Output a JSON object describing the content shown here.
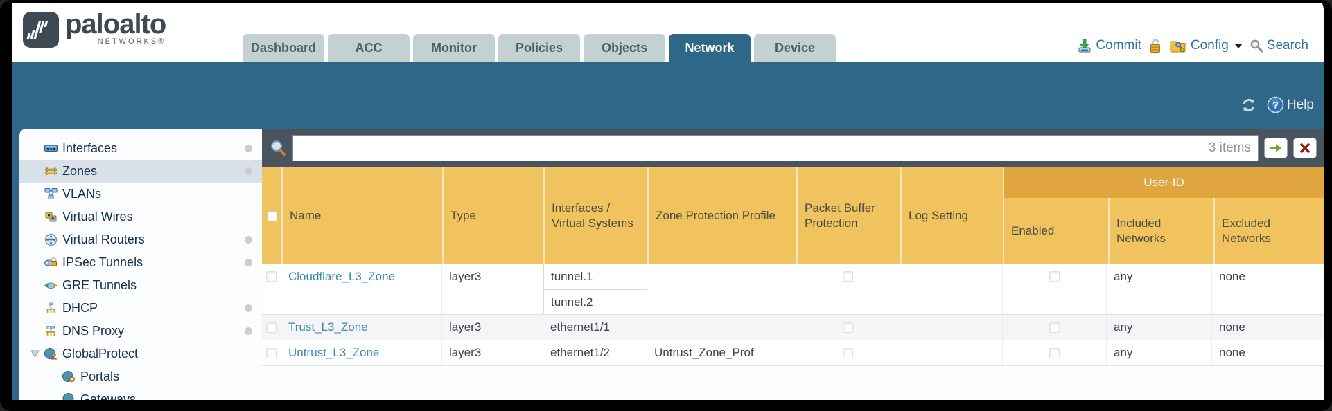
{
  "brand": {
    "name": "paloalto",
    "sub": "NETWORKS®"
  },
  "nav": {
    "tabs": [
      {
        "label": "Dashboard",
        "active": false
      },
      {
        "label": "ACC",
        "active": false
      },
      {
        "label": "Monitor",
        "active": false
      },
      {
        "label": "Policies",
        "active": false
      },
      {
        "label": "Objects",
        "active": false
      },
      {
        "label": "Network",
        "active": true
      },
      {
        "label": "Device",
        "active": false
      }
    ],
    "actions": {
      "commit": "Commit",
      "config": "Config",
      "search": "Search"
    }
  },
  "toolbar": {
    "help": "Help"
  },
  "sidebar": {
    "items": [
      {
        "label": "Interfaces",
        "icon": "interfaces-icon",
        "dot": true,
        "selected": false
      },
      {
        "label": "Zones",
        "icon": "zones-icon",
        "dot": true,
        "selected": true
      },
      {
        "label": "VLANs",
        "icon": "vlans-icon",
        "dot": false,
        "selected": false
      },
      {
        "label": "Virtual Wires",
        "icon": "virtual-wires-icon",
        "dot": false,
        "selected": false
      },
      {
        "label": "Virtual Routers",
        "icon": "virtual-routers-icon",
        "dot": true,
        "selected": false
      },
      {
        "label": "IPSec Tunnels",
        "icon": "ipsec-tunnels-icon",
        "dot": true,
        "selected": false
      },
      {
        "label": "GRE Tunnels",
        "icon": "gre-tunnels-icon",
        "dot": false,
        "selected": false
      },
      {
        "label": "DHCP",
        "icon": "dhcp-icon",
        "dot": true,
        "selected": false
      },
      {
        "label": "DNS Proxy",
        "icon": "dns-proxy-icon",
        "dot": true,
        "selected": false
      },
      {
        "label": "GlobalProtect",
        "icon": "globalprotect-icon",
        "dot": false,
        "selected": false,
        "expanded": true
      },
      {
        "label": "Portals",
        "icon": "portals-icon",
        "dot": false,
        "selected": false,
        "indent": true
      },
      {
        "label": "Gateways",
        "icon": "gateways-icon",
        "dot": false,
        "selected": false,
        "indent": true
      }
    ]
  },
  "filter": {
    "value": "",
    "count": "3 items"
  },
  "table": {
    "columns": [
      "Name",
      "Type",
      "Interfaces / Virtual Systems",
      "Zone Protection Profile",
      "Packet Buffer Protection",
      "Log Setting"
    ],
    "group": {
      "label": "User-ID",
      "columns": [
        "Enabled",
        "Included Networks",
        "Excluded Networks"
      ]
    },
    "rows": [
      {
        "name": "Cloudflare_L3_Zone",
        "type": "layer3",
        "interfaces": [
          "tunnel.1",
          "tunnel.2"
        ],
        "zone_protection_profile": "",
        "packet_buffer_protection": false,
        "log_setting": "",
        "enabled": false,
        "included_networks": "any",
        "excluded_networks": "none"
      },
      {
        "name": "Trust_L3_Zone",
        "type": "layer3",
        "interfaces": [
          "ethernet1/1"
        ],
        "zone_protection_profile": "",
        "packet_buffer_protection": false,
        "log_setting": "",
        "enabled": false,
        "included_networks": "any",
        "excluded_networks": "none"
      },
      {
        "name": "Untrust_L3_Zone",
        "type": "layer3",
        "interfaces": [
          "ethernet1/2"
        ],
        "zone_protection_profile": "Untrust_Zone_Prof",
        "packet_buffer_protection": false,
        "log_setting": "",
        "enabled": false,
        "included_networks": "any",
        "excluded_networks": "none"
      }
    ]
  }
}
